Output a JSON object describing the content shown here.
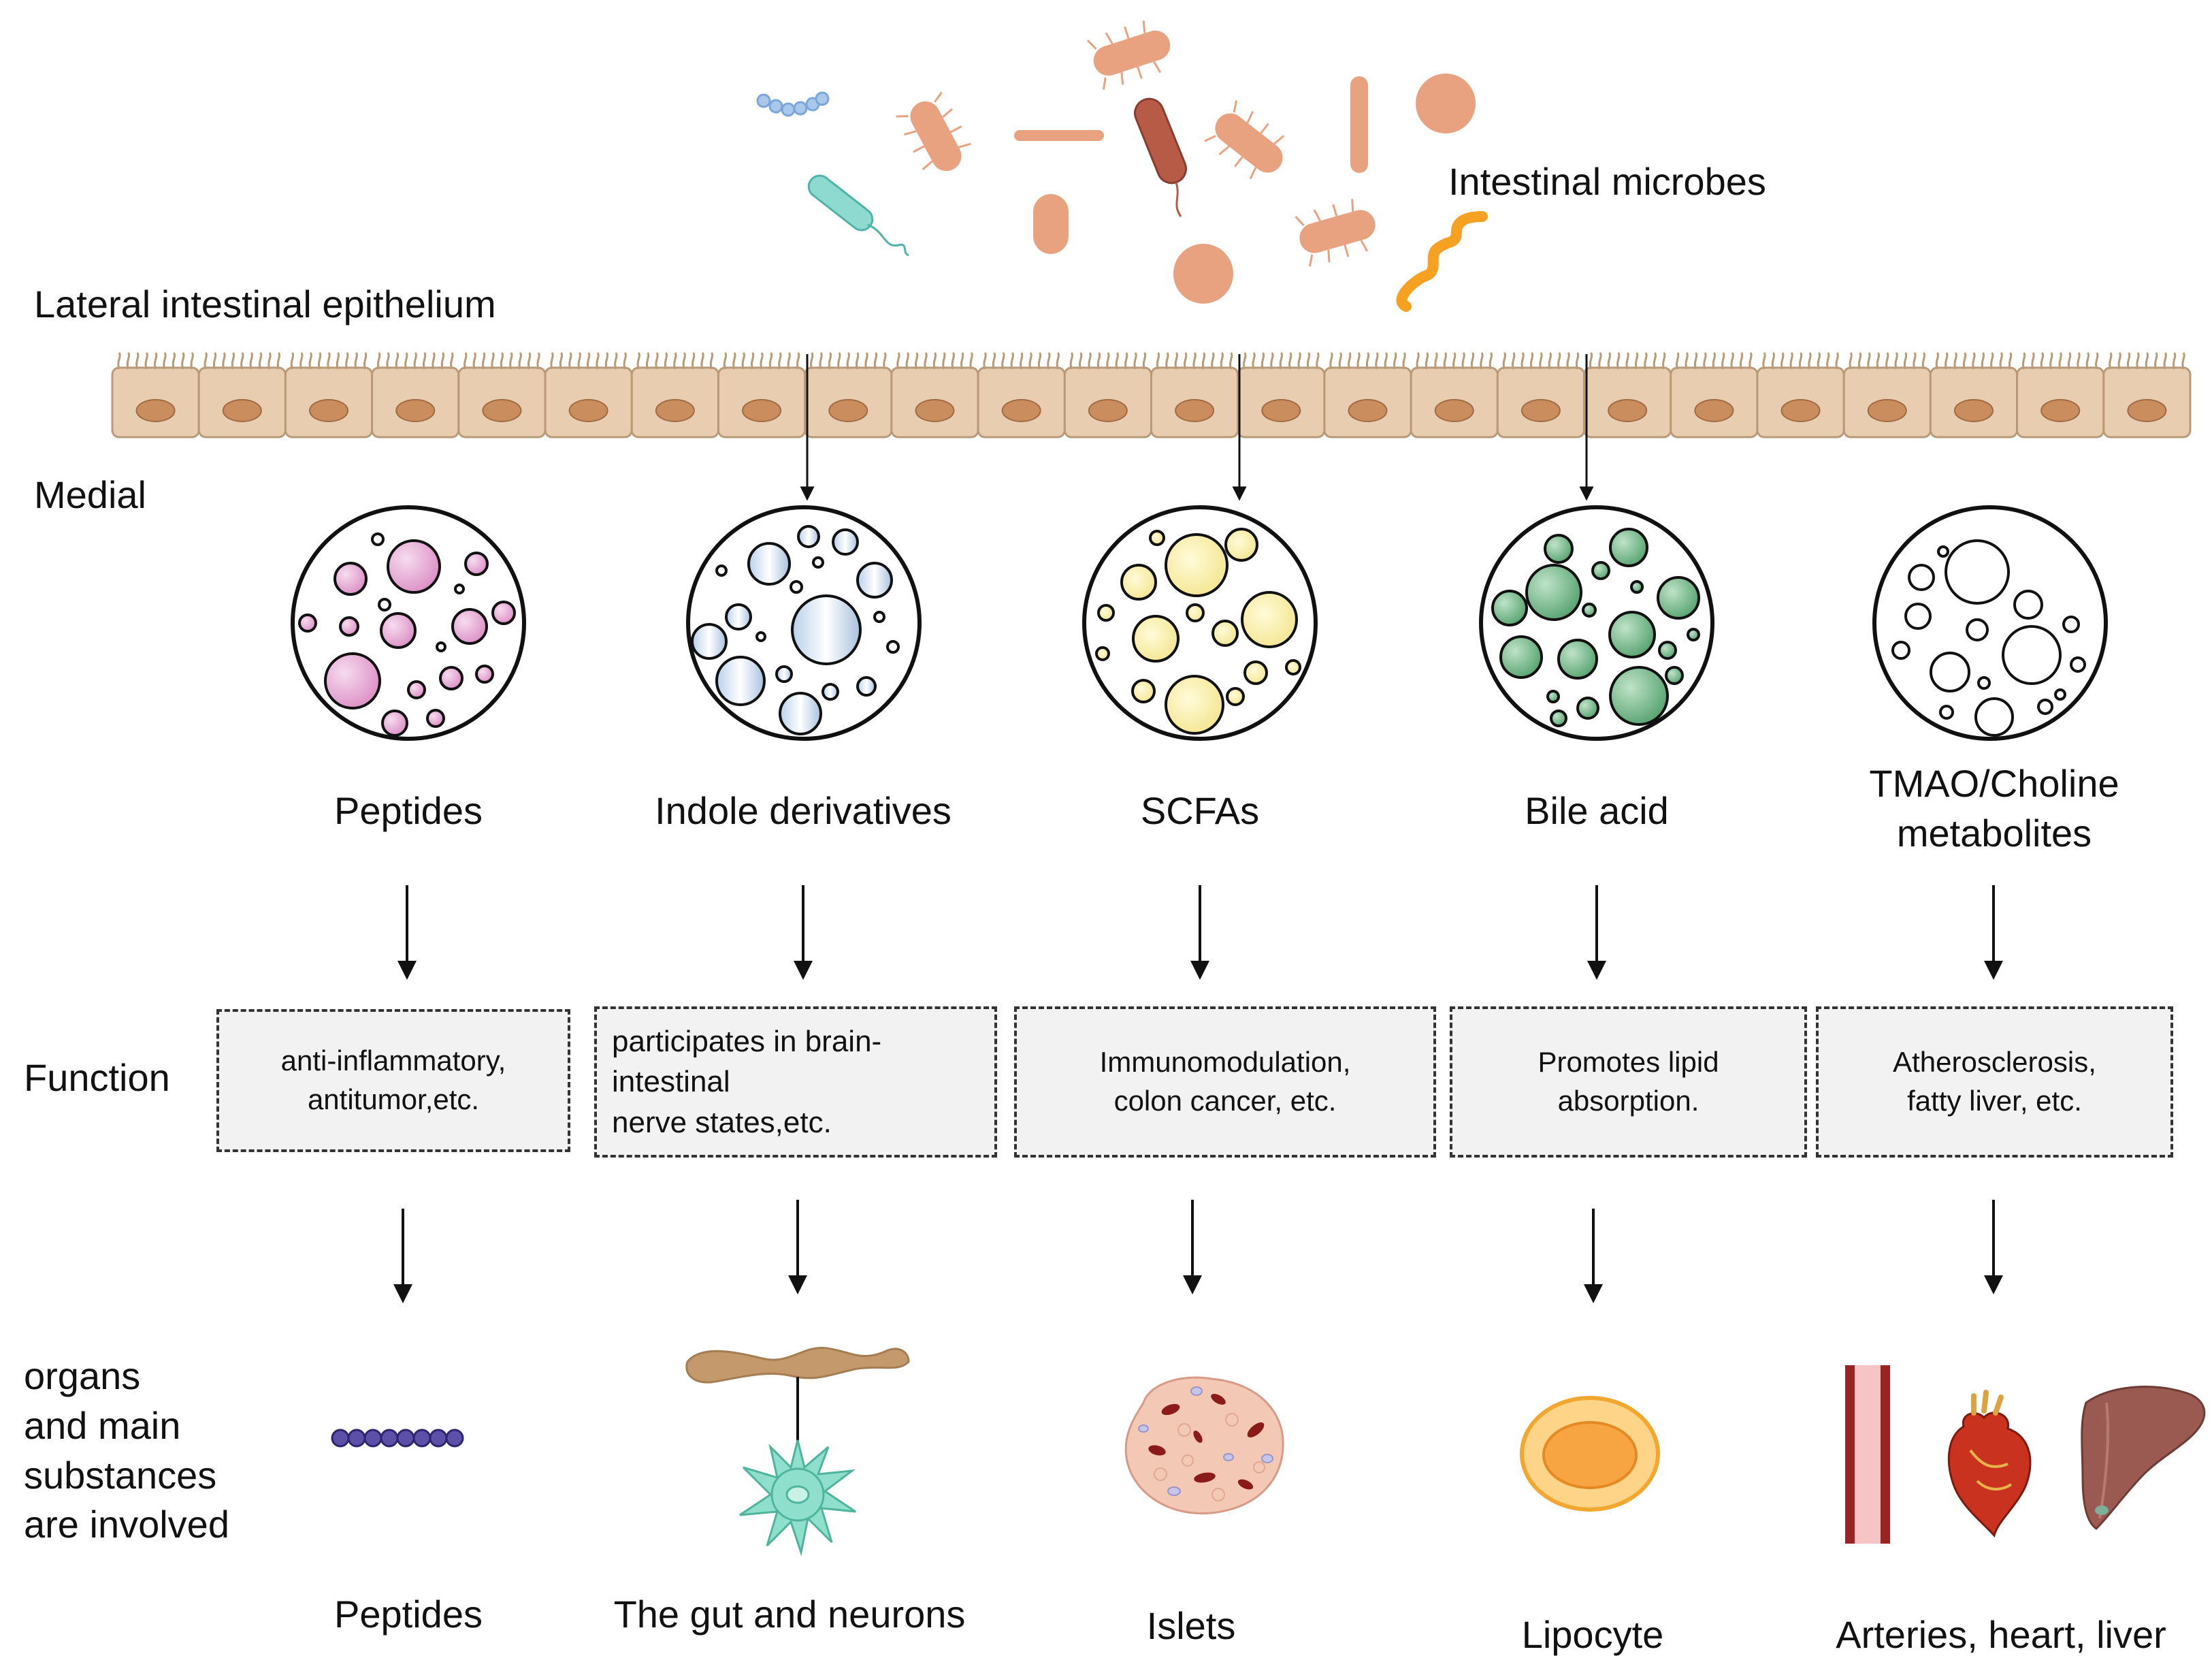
{
  "labels": {
    "intestinal_microbes": "Intestinal microbes",
    "lateral_epithelium": "Lateral intestinal epithelium",
    "medial": "Medial",
    "function": "Function",
    "organs": "organs\nand main\nsubstances\nare involved"
  },
  "metabolites": [
    {
      "name": "Peptides",
      "color": "#e3a1cf"
    },
    {
      "name": "Indole derivatives",
      "color": "#c9dcef"
    },
    {
      "name": "SCFAs",
      "color": "#f6ec9c"
    },
    {
      "name": "Bile acid",
      "color": "#6fb584"
    },
    {
      "name": "TMAO/Choline\nmetabolites",
      "color": "#ffffff"
    }
  ],
  "functions": [
    "anti-inflammatory,\nantitumor,etc.",
    "participates in brain-intestinal\nnerve states,etc.",
    "Immunomodulation,\ncolon cancer, etc.",
    "Promotes lipid\nabsorption.",
    "Atherosclerosis,\nfatty liver, etc."
  ],
  "organs": [
    "Peptides",
    "The gut and neurons",
    "Islets",
    "Lipocyte",
    "Arteries, heart, liver"
  ],
  "colors": {
    "bacteria": "#e9a27f",
    "epithelium": "#e8cdb0",
    "nucleus": "#c98d5e",
    "spiral": "#f7a122",
    "dashed_border": "#333333",
    "function_bg": "#f2f2f2"
  }
}
